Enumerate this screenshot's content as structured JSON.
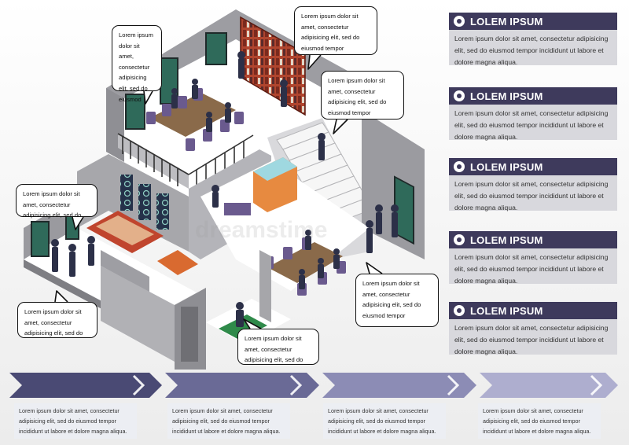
{
  "bubbles": [
    "Lorem ipsum dolor sit amet, consectetur adipisicing elit, sed do eiusmod",
    "Lorem ipsum dolor sit amet, consectetur adipisicing elit, sed do eiusmod tempor",
    "Lorem ipsum dolor sit amet, consectetur adipisicing elit, sed do eiusmod tempor",
    "Lorem ipsum dolor sit amet, consectetur adipisicing elit, sed do",
    "Lorem ipsum dolor sit amet, consectetur adipisicing elit, sed do eiusmod tempor",
    "Lorem ipsum dolor sit amet, consectetur adipisicing elit, sed do",
    "Lorem ipsum dolor sit amet, consectetur adipisicing elit, sed do"
  ],
  "panels": [
    {
      "title": "LOLEM IPSUM",
      "body": "Lorem ipsum dolor sit amet, consectetur adipisicing elit, sed do eiusmod tempor incididunt ut labore et dolore magna aliqua."
    },
    {
      "title": "LOLEM IPSUM",
      "body": "Lorem ipsum dolor sit amet, consectetur adipisicing elit, sed do eiusmod tempor incididunt ut labore et dolore magna aliqua."
    },
    {
      "title": "LOLEM IPSUM",
      "body": "Lorem ipsum dolor sit amet, consectetur adipisicing elit, sed do eiusmod tempor incididunt ut labore et dolore magna aliqua."
    },
    {
      "title": "LOLEM IPSUM",
      "body": "Lorem ipsum dolor sit amet, consectetur adipisicing elit, sed do eiusmod tempor incididunt ut labore et dolore magna aliqua."
    },
    {
      "title": "LOLEM IPSUM",
      "body": "Lorem ipsum dolor sit amet, consectetur adipisicing elit, sed do eiusmod tempor incididunt ut labore et dolore magna aliqua."
    }
  ],
  "steps": [
    "Lorem ipsum dolor sit amet, consectetur adipisicing elit, sed do eiusmod tempor incididunt ut labore et dolore magna aliqua.",
    "Lorem ipsum dolor sit amet, consectetur adipisicing elit, sed do eiusmod tempor incididunt ut labore et dolore magna aliqua.",
    "Lorem ipsum dolor sit amet, consectetur adipisicing elit, sed do eiusmod tempor incididunt ut labore et dolore magna aliqua.",
    "Lorem ipsum dolor sit amet, consectetur adipisicing elit, sed do eiusmod tempor incididunt ut labore et dolore magna aliqua."
  ],
  "watermark": "dreamstime",
  "colors": {
    "panel_header": "#3e3a5c",
    "panel_body": "#d8d8dd",
    "wall": "#a7a7ab",
    "floor": "#ffffff",
    "furniture": "#6a5a8e",
    "bookshelf": "#b0452e",
    "person": "#2c3048",
    "arrow_shades": [
      "#4a4a74",
      "#6a6a96",
      "#8c8cb5",
      "#aeaecf"
    ]
  }
}
